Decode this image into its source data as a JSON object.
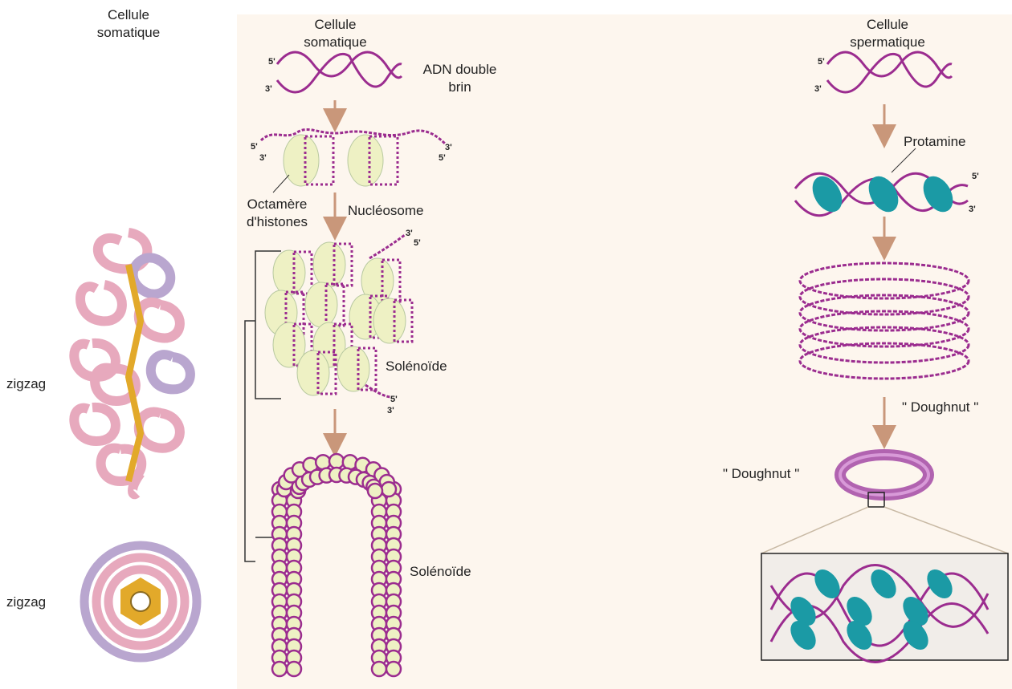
{
  "labels": {
    "left_cell": "Cellule\nsomatique",
    "zigzag_top": "zigzag",
    "zigzag_bottom": "zigzag",
    "mid_cell": "Cellule\nsomatique",
    "adn": "ADN double\nbrin",
    "octamere": "Octamère\nd'histones",
    "nucleosome": "Nucléosome",
    "solenoide_1": "Solénoïde",
    "solenoide_2": "Solénoïde",
    "right_cell": "Cellule\nspermatique",
    "protamine": "Protamine",
    "doughnut_arrow": "\" Doughnut \"",
    "doughnut_ring": "\" Doughnut \"",
    "p5": "5'",
    "p3": "3'"
  },
  "colors": {
    "panel_bg": "#fdf6ee",
    "dna": "#9b2c8f",
    "arrow": "#c9977a",
    "nucleosome": "#eef1c4",
    "protamine": "#1b9aa5",
    "fiber_pink": "#e7a9bd",
    "fiber_violet": "#b9a6cf",
    "histone_yellow": "#e2a92a"
  }
}
